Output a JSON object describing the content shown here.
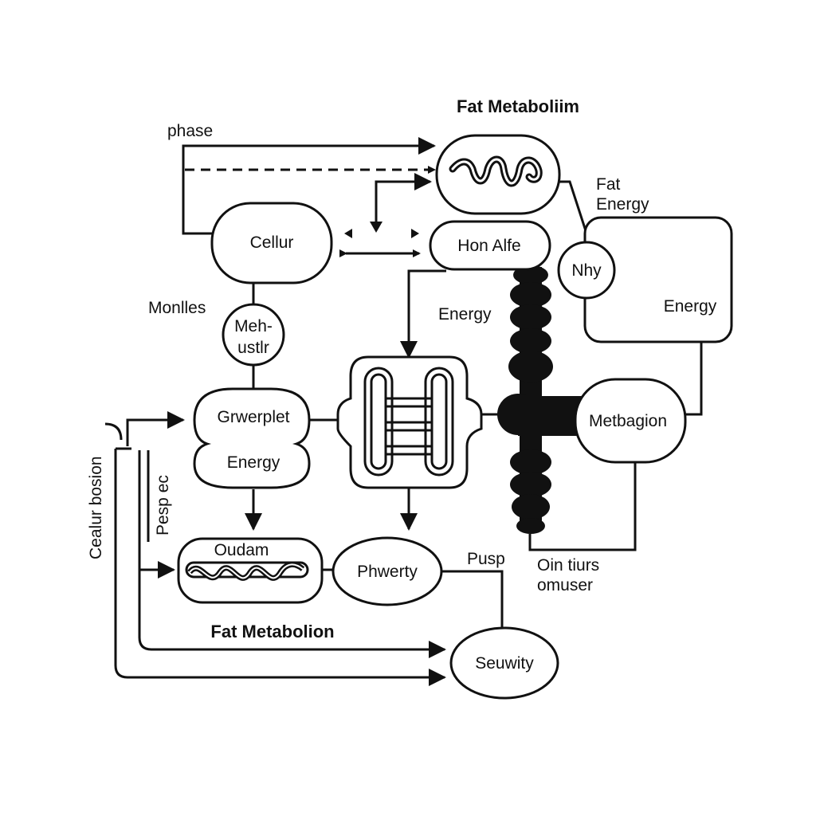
{
  "titles": {
    "top": "Fat Metaboliim",
    "bottom": "Fat Metabolion"
  },
  "labels": {
    "phase": "phase",
    "fat": "Fat",
    "fat_energy": "Energy",
    "monlles": "Monlles",
    "energy_mid": "Energy",
    "pusp": "Pusp",
    "oin_tiurs": "Oin tiurs",
    "omuser": "omuser",
    "pespec": "Pesp ec",
    "cealur_bosion": "Cealur bosion"
  },
  "nodes": {
    "cellur": "Cellur",
    "hon_alfe": "Hon Alfe",
    "nhy": "Nhy",
    "energy_box": "Energy",
    "meh_ustir_line1": "Meh-",
    "meh_ustir_line2": "ustlr",
    "grwerplet": "Grwerplet",
    "grwerplet_energy": "Energy",
    "metbagion": "Metbagion",
    "oudam": "Oudam",
    "phwerty": "Phwerty",
    "seuwity": "Seuwity"
  },
  "colors": {
    "ink": "#111111",
    "background": "#ffffff"
  }
}
